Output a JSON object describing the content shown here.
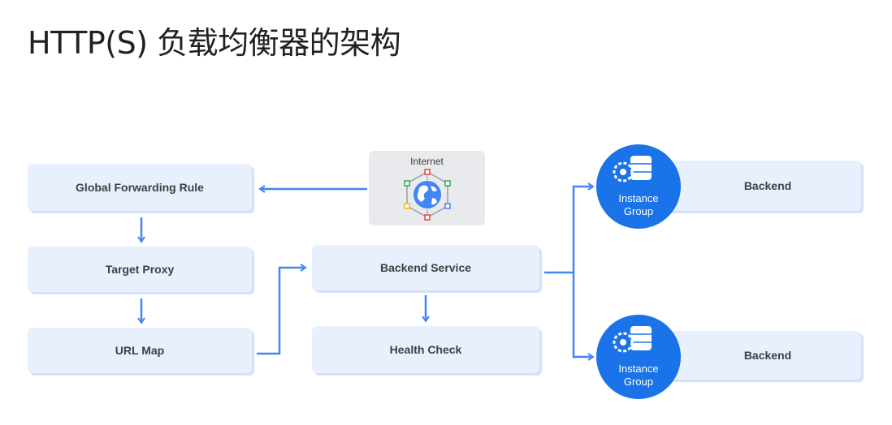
{
  "title": "HTTP(S) 负载均衡器的架构",
  "nodes": {
    "global_forwarding_rule": "Global Forwarding Rule",
    "target_proxy": "Target Proxy",
    "url_map": "URL Map",
    "backend_service": "Backend Service",
    "health_check": "Health Check",
    "internet": "Internet",
    "backend_top": "Backend",
    "backend_bottom": "Backend"
  },
  "instance_groups": [
    {
      "line1": "Instance",
      "line2": "Group"
    },
    {
      "line1": "Instance",
      "line2": "Group"
    }
  ],
  "icons": {
    "internet": "globe-network-icon",
    "instance_group": "gear-database-icon"
  },
  "colors": {
    "box_fill": "#e8f0fe",
    "arrow": "#4285f4",
    "circle": "#1a73e8",
    "internet_fill": "#e8eaed"
  }
}
